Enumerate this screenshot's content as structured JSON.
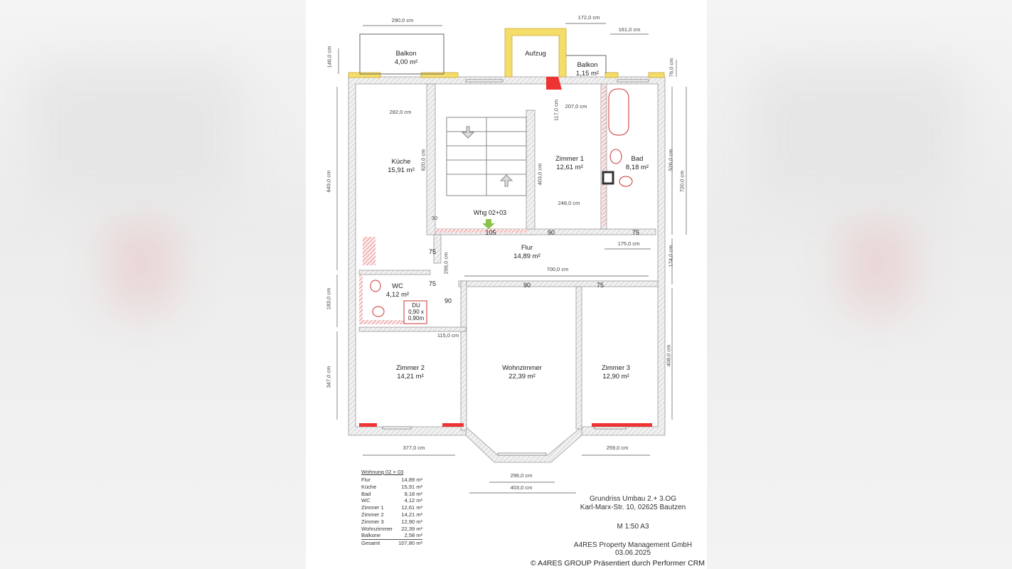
{
  "rooms": [
    {
      "name": "Balkon",
      "area": "4,00 m²"
    },
    {
      "name": "Aufzug",
      "area": ""
    },
    {
      "name": "Balkon",
      "area": "1,15 m²"
    },
    {
      "name": "Küche",
      "area": "15,91 m²"
    },
    {
      "name": "Zimmer 1",
      "area": "12,61 m²"
    },
    {
      "name": "Bad",
      "area": "8,18 m²"
    },
    {
      "name": "Flur",
      "area": "14,89 m²"
    },
    {
      "name": "WC",
      "area": "4,12 m²"
    },
    {
      "name": "Zimmer 2",
      "area": "14,21 m²"
    },
    {
      "name": "Wohnzimmer",
      "area": "22,39 m²"
    },
    {
      "name": "Zimmer 3",
      "area": "12,90 m²"
    }
  ],
  "unit_label": "Whg 02+03",
  "shower": {
    "label": "DU",
    "size1": "0,90 x",
    "size2": "0,90m"
  },
  "dimensions": {
    "top_balkon": "290,0 cm",
    "top_balkon2": "172,0 cm",
    "top_right": "161,0 cm",
    "left_balkon": "146,0 cm",
    "right_balkon": "76,0 cm",
    "kitchen_w": "282,0 cm",
    "kitchen_h": "620,0 cm",
    "zimmer1_top": "207,0 cm",
    "zimmer1_small": "117,0 cm",
    "zimmer1_h": "403,0 cm",
    "zimmer1_w": "248,0 cm",
    "bad_h": "526,0 cm",
    "right_total": "720,0 cm",
    "left_top": "649,0 cm",
    "left_mid": "183,0 cm",
    "left_bottom": "347,0 cm",
    "flur_right": "175,0 cm",
    "flur_h": "174,0 cm",
    "flur_w": "700,0 cm",
    "flur_v": "296,0 cm",
    "wc_bottom": "115,0 cm",
    "right_bottom_h": "408,0 cm",
    "bottom_left": "377,0 cm",
    "bottom_right": "259,0 cm",
    "bay_inner": "296,0 cm",
    "bay_outer": "403,0 cm",
    "small_30": "30"
  },
  "doors": [
    "105",
    "90",
    "75",
    "75",
    "75",
    "90",
    "90",
    "75"
  ],
  "legend": {
    "heading": "Wohnung 02 + 03",
    "rows": [
      {
        "name": "Flur",
        "area": "14,89 m²"
      },
      {
        "name": "Küche",
        "area": "15,91 m²"
      },
      {
        "name": "Bad",
        "area": "8,18 m²"
      },
      {
        "name": "WC",
        "area": "4,12 m²"
      },
      {
        "name": "Zimmer 1",
        "area": "12,61 m²"
      },
      {
        "name": "Zimmer 2",
        "area": "14,21 m²"
      },
      {
        "name": "Zimmer 3",
        "area": "12,90 m²"
      },
      {
        "name": "Wohnzimmer",
        "area": "22,39 m²"
      },
      {
        "name": "Balkone",
        "area": "2,58 m²"
      }
    ],
    "total": {
      "name": "Gesamt",
      "area": "107,80 m²"
    }
  },
  "title_block": {
    "line1": "Grundriss Umbau 2.+ 3.OG",
    "line2": "Karl-Marx-Str. 10, 02625 Bautzen",
    "scale": "M 1:50    A3",
    "company": "A4RES Property Management GmbH",
    "date": "03.06.2025"
  },
  "copyright": "© A4RES GROUP Präsentiert durch Performer CRM"
}
